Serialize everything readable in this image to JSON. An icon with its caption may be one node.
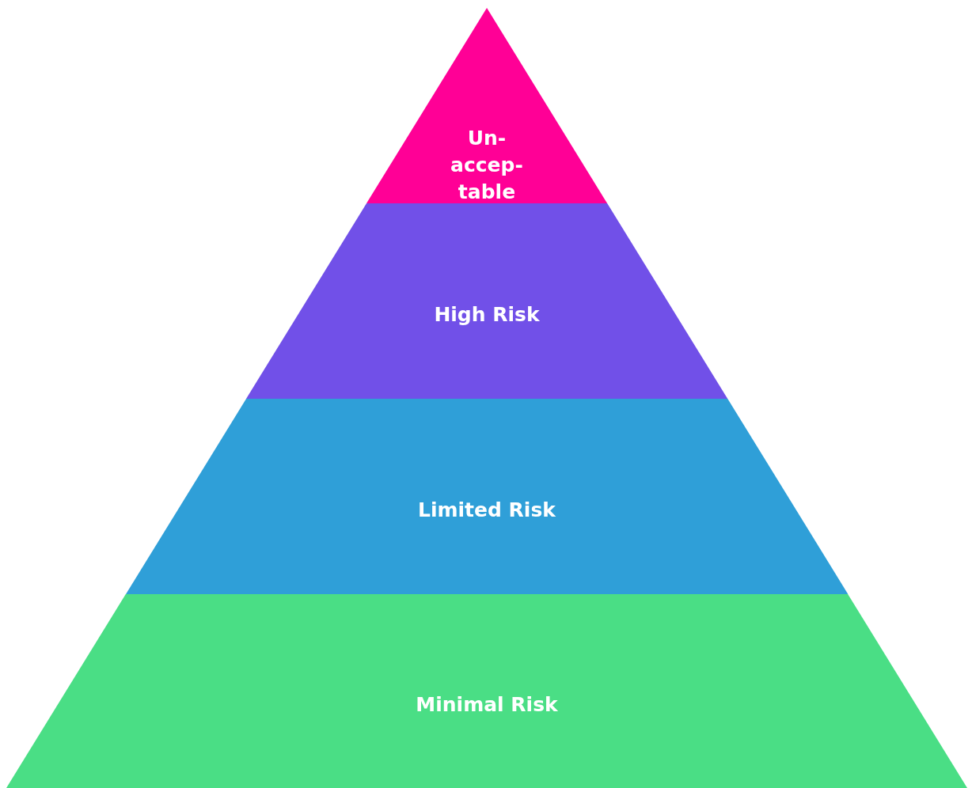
{
  "diagram": {
    "nodes": [
      {
        "text": [
          "Un-accep-table"
        ]
      },
      {
        "text": [
          "High Risk"
        ]
      },
      {
        "text": [
          "Limited Risk"
        ]
      },
      {
        "text": [
          "Minimal Risk"
        ]
      }
    ],
    "edges": []
  }
}
